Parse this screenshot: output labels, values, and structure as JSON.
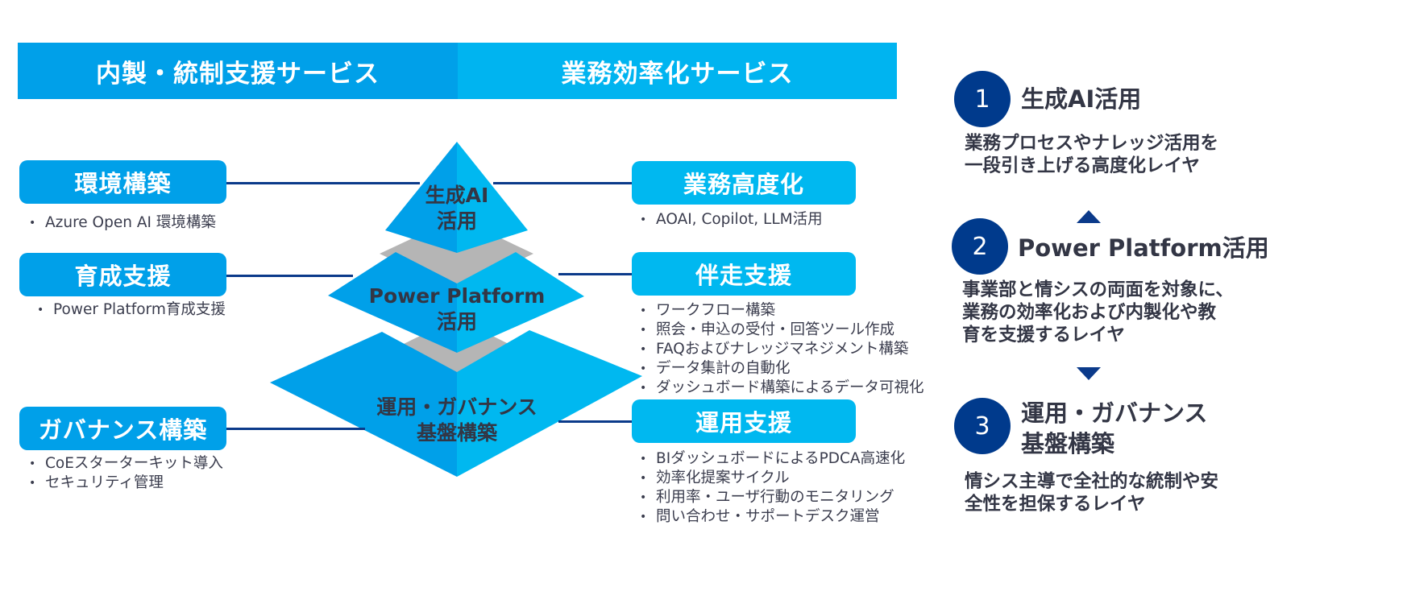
{
  "header": {
    "left_title": "内製・統制支援サービス",
    "right_title": "業務効率化サービス"
  },
  "left_services": [
    {
      "label": "環境構築",
      "bullets": [
        "Azure Open AI 環境構築"
      ]
    },
    {
      "label": "育成支援",
      "bullets": [
        "Power Platform育成支援"
      ]
    },
    {
      "label": "ガバナンス構築",
      "bullets": [
        "CoEスターターキット導入",
        "セキュリティ管理"
      ]
    }
  ],
  "right_services": [
    {
      "label": "業務高度化",
      "bullets": [
        "AOAI, Copilot, LLM活用"
      ]
    },
    {
      "label": "伴走支援",
      "bullets": [
        "ワークフロー構築",
        "照会・申込の受付・回答ツール作成",
        "FAQおよびナレッジマネジメント構築",
        "データ集計の自動化",
        "ダッシュボード構築によるデータ可視化"
      ]
    },
    {
      "label": "運用支援",
      "bullets": [
        "BIダッシュボードによるPDCA高速化",
        "効率化提案サイクル",
        "利用率・ユーザ行動のモニタリング",
        "問い合わせ・サポートデスク運営"
      ]
    }
  ],
  "pyramid": {
    "tiers": [
      {
        "line1": "生成AI",
        "line2": "活用"
      },
      {
        "line1": "Power Platform",
        "line2": "活用"
      },
      {
        "line1": "運用・ガバナンス",
        "line2": "基盤構築"
      }
    ],
    "colors": {
      "left_face": "#00A0E9",
      "right_face": "#00B4F0",
      "gap": "#B5B5B5"
    }
  },
  "layers": [
    {
      "number": "1",
      "title": "生成AI活用",
      "desc": [
        "業務プロセスやナレッジ活用を",
        "一段引き上げる高度化レイヤ"
      ]
    },
    {
      "number": "2",
      "title": "Power Platform活用",
      "desc": [
        "事業部と情シスの両面を対象に、",
        "業務の効率化および内製化や教",
        "育を支援するレイヤ"
      ]
    },
    {
      "number": "3",
      "title": "運用・ガバナンス\n基盤構築",
      "title_lines": [
        "運用・ガバナンス",
        "基盤構築"
      ],
      "desc": [
        "情シス主導で全社的な統制や安",
        "全性を担保するレイヤ"
      ]
    }
  ],
  "colors": {
    "accent_dark": "#003A8C",
    "connector": "#0B3A8A",
    "text": "#333645"
  }
}
